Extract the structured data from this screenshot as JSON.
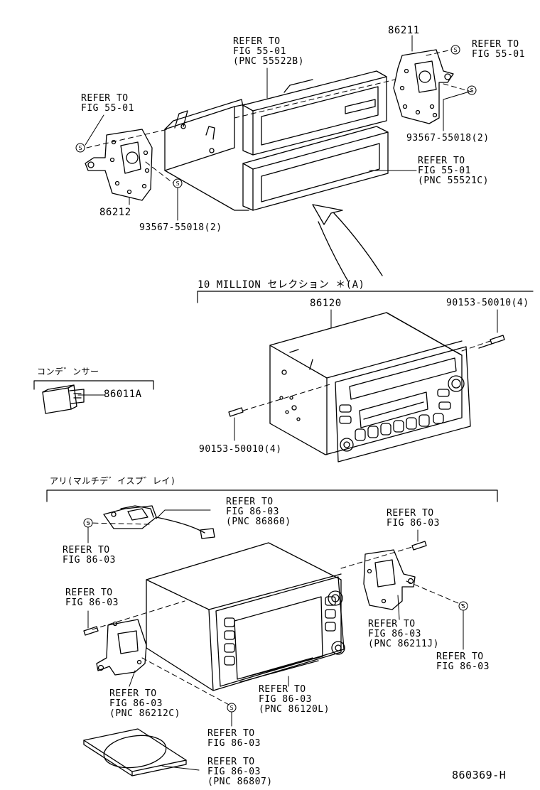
{
  "diagram": {
    "drawing_number": "860369-H",
    "sections": {
      "top_variant": "10 MILLION セレクション ＊(A)",
      "condenser": "コンデ゛ンサー",
      "display_variant": "アリ(マルチデ゛イスプ゛レイ)"
    },
    "callouts": [
      {
        "id": "c1",
        "text": "REFER TO\nFIG 55-01\n(PNC 55522B)"
      },
      {
        "id": "c2",
        "text": "86211"
      },
      {
        "id": "c3",
        "text": "REFER TO\nFIG 55-01"
      },
      {
        "id": "c4",
        "text": "REFER TO\nFIG 55-01"
      },
      {
        "id": "c5",
        "text": "93567-55018(2)"
      },
      {
        "id": "c6",
        "text": "REFER TO\nFIG 55-01\n(PNC 55521C)"
      },
      {
        "id": "c7",
        "text": "86212"
      },
      {
        "id": "c8",
        "text": "93567-55018(2)"
      },
      {
        "id": "c9",
        "text": "86120"
      },
      {
        "id": "c10",
        "text": "90153-50010(4)"
      },
      {
        "id": "c11",
        "text": "86011A"
      },
      {
        "id": "c12",
        "text": "90153-50010(4)"
      },
      {
        "id": "c13",
        "text": "REFER TO\nFIG 86-03\n(PNC 86860)"
      },
      {
        "id": "c14",
        "text": "REFER TO\nFIG 86-03"
      },
      {
        "id": "c15",
        "text": "REFER TO\nFIG 86-03"
      },
      {
        "id": "c16",
        "text": "REFER TO\nFIG 86-03"
      },
      {
        "id": "c17",
        "text": "REFER TO\nFIG 86-03\n(PNC 86211J)"
      },
      {
        "id": "c18",
        "text": "REFER TO\nFIG 86-03"
      },
      {
        "id": "c19",
        "text": "REFER TO\nFIG 86-03\n(PNC 86212C)"
      },
      {
        "id": "c20",
        "text": "REFER TO\nFIG 86-03\n(PNC 86120L)"
      },
      {
        "id": "c21",
        "text": "REFER TO\nFIG 86-03"
      },
      {
        "id": "c22",
        "text": "REFER TO\nFIG 86-03\n(PNC 86807)"
      }
    ],
    "screw_symbol": "S"
  }
}
